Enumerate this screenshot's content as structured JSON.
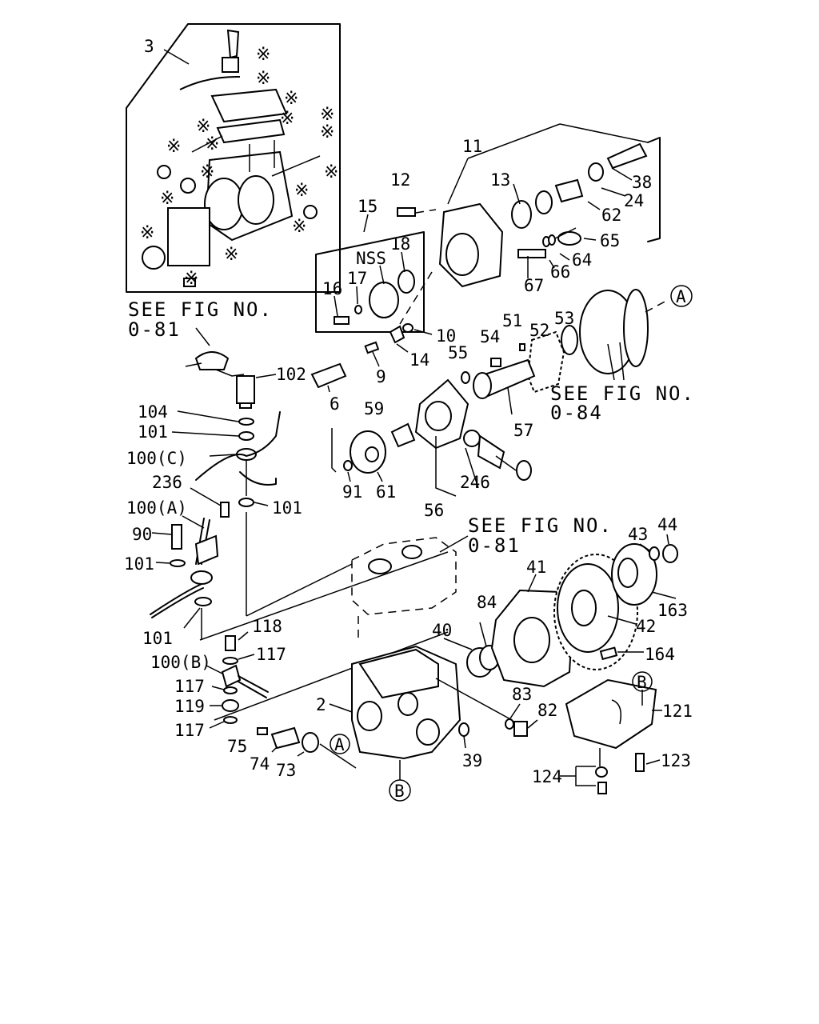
{
  "labels": {
    "l3": "3",
    "l11": "11",
    "l12": "12",
    "l13": "13",
    "l15": "15",
    "l38": "38",
    "l24": "24",
    "l62": "62",
    "l65": "65",
    "l64": "64",
    "l66": "66",
    "l67": "67",
    "lnss": "NSS",
    "l18": "18",
    "l17": "17",
    "l16": "16",
    "l10": "10",
    "l14": "14",
    "l9": "9",
    "l102": "102",
    "l6": "6",
    "l55": "55",
    "l54": "54",
    "l51": "51",
    "l52": "52",
    "l53": "53",
    "l57": "57",
    "l59": "59",
    "l104": "104",
    "l101a": "101",
    "l100c": "100(C)",
    "l236": "236",
    "l101b": "101",
    "l100a": "100(A)",
    "l90": "90",
    "l101c": "101",
    "l101d": "101",
    "l91": "91",
    "l61": "61",
    "l246": "246",
    "l56": "56",
    "l43": "43",
    "l44": "44",
    "l41": "41",
    "l40": "40",
    "l84": "84",
    "l163": "163",
    "l42": "42",
    "l164": "164",
    "l118": "118",
    "l117a": "117",
    "l100b": "100(B)",
    "l117b": "117",
    "l119": "119",
    "l117c": "117",
    "l2": "2",
    "l83": "83",
    "l82": "82",
    "l121": "121",
    "l123": "123",
    "l124": "124",
    "l75": "75",
    "l74": "74",
    "l73": "73",
    "l39": "39"
  },
  "references": {
    "see_fig_1": "SEE FIG NO.",
    "fig_1": "0-81",
    "see_fig_2": "SEE FIG NO.",
    "fig_2": "0-84",
    "see_fig_3": "SEE FIG NO.",
    "fig_3": "0-81"
  },
  "callouts": {
    "a_top": "A",
    "a_bottom": "A",
    "b_right": "B",
    "b_bottom": "B"
  },
  "star_mark": "※"
}
